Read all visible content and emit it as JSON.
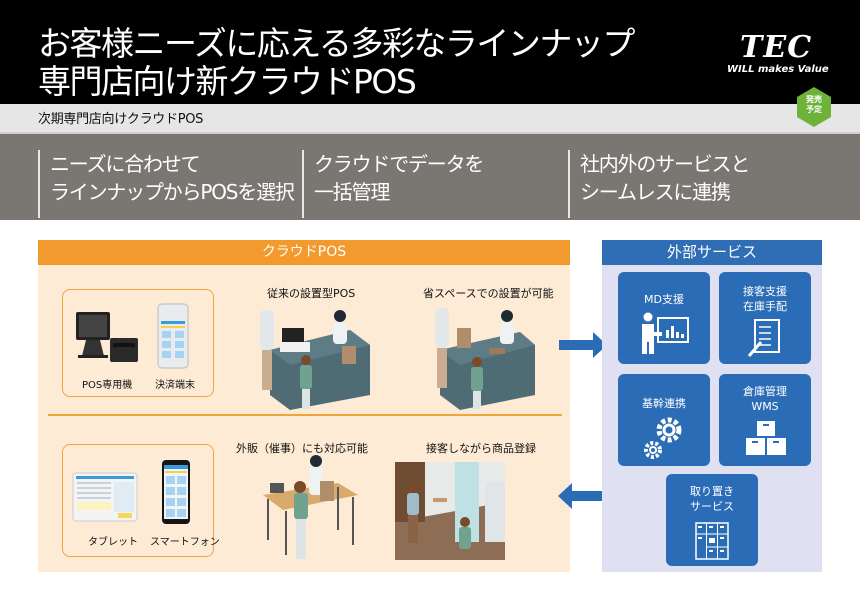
{
  "header": {
    "title_line1": "お客様ニーズに応える多彩なラインナップ",
    "title_line2": "専門店向け新クラウドPOS",
    "logo": "TEC",
    "tagline": "WILL makes Value",
    "badge_line1": "発売",
    "badge_line2": "予定",
    "subtitle": "次期専門店向けクラウドPOS"
  },
  "features": [
    {
      "line1": "ニーズに合わせて",
      "line2": "ラインナップからPOSを選択"
    },
    {
      "line1": "クラウドでデータを",
      "line2": "一括管理"
    },
    {
      "line1": "社内外のサービスと",
      "line2": "シームレスに連携"
    }
  ],
  "cloud_pos": {
    "heading": "クラウドPOS",
    "row1": {
      "devices": [
        "POS専用機",
        "決済端末"
      ],
      "scenes": [
        "従来の設置型POS",
        "省スペースでの設置が可能"
      ]
    },
    "row2": {
      "devices": [
        "タブレット",
        "スマートフォン"
      ],
      "scenes": [
        "外販（催事）にも対応可能",
        "接客しながら商品登録"
      ]
    }
  },
  "external_services": {
    "heading": "外部サービス",
    "items": [
      {
        "label1": "MD支援",
        "label2": "",
        "icon": "presentation-chart-icon"
      },
      {
        "label1": "接客支援",
        "label2": "在庫手配",
        "icon": "checklist-icon"
      },
      {
        "label1": "基幹連携",
        "label2": "",
        "icon": "gears-icon"
      },
      {
        "label1": "倉庫管理",
        "label2": "WMS",
        "icon": "boxes-icon"
      },
      {
        "label1": "取り置き",
        "label2": "サービス",
        "icon": "lockers-icon"
      }
    ]
  },
  "colors": {
    "orange": "#f29a2e",
    "orange_bg": "#fdebd6",
    "blue": "#2b6cb6",
    "blue_bg": "#dfe1f2",
    "band_gray": "#7a7773",
    "badge_green": "#6fb23a"
  }
}
